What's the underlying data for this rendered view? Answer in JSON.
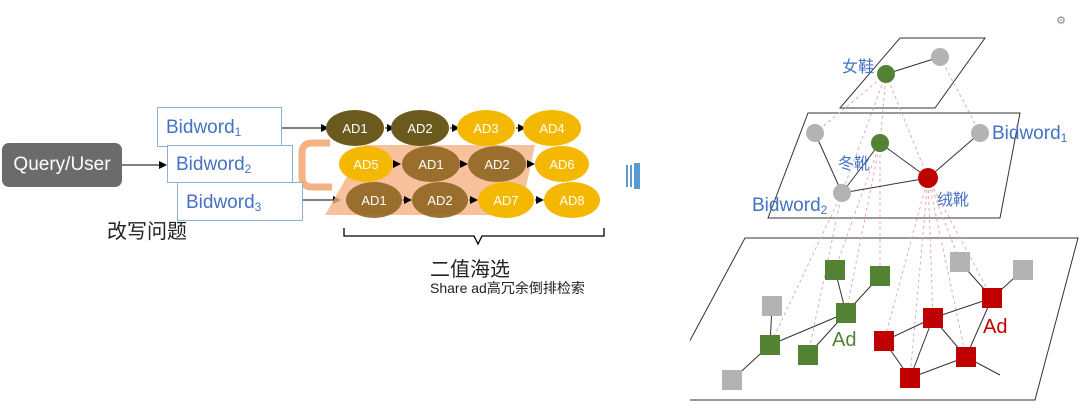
{
  "left": {
    "query_label": "Query/User",
    "bidwords": [
      {
        "text": "Bidword",
        "sub": "1"
      },
      {
        "text": "Bidword",
        "sub": "2"
      },
      {
        "text": "Bidword",
        "sub": "3"
      }
    ],
    "rewrite_caption": "改写问题",
    "ad_rows": [
      [
        "AD1",
        "AD2",
        "AD3",
        "AD4"
      ],
      [
        "AD5",
        "AD1",
        "AD2",
        "AD6"
      ],
      [
        "AD1",
        "AD2",
        "AD7",
        "AD8"
      ]
    ],
    "binary_caption": "二值海选",
    "share_caption": "Share ad高冗余倒排检索"
  },
  "right": {
    "top_node_label": "女鞋",
    "mid_labels": {
      "bidword1": {
        "text": "Bidword",
        "sub": "1"
      },
      "bidword2": {
        "text": "Bidword",
        "sub": "2"
      },
      "winter_boots": "冬靴",
      "velvet_boots": "绒靴"
    },
    "ad_green_label": "Ad",
    "ad_red_label": "Ad"
  },
  "colors": {
    "dark_ad": "#6b5a1e",
    "gold_ad": "#f5b800",
    "node_green": "#548235",
    "node_red": "#c00000",
    "node_gray": "#b3b3b3",
    "bidword_text": "#4472c4",
    "arrow_blue": "#5b9bd5",
    "highlight_orange": "#f4b183"
  },
  "icons": {
    "corner": "gear-icon",
    "big_arrow": "right-arrow-icon"
  }
}
